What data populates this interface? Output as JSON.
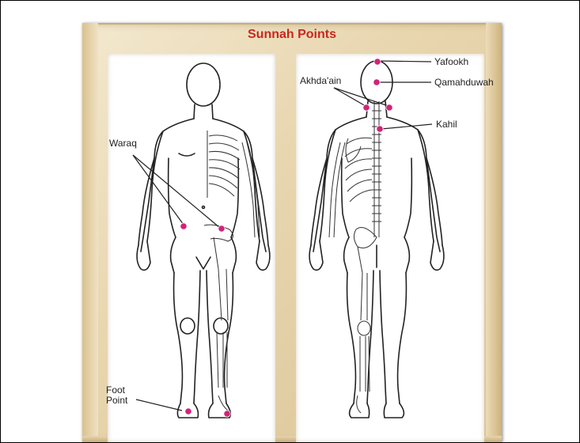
{
  "title": "Sunnah Points",
  "labels": {
    "waraq": "Waraq",
    "foot_point_line1": "Foot",
    "foot_point_line2": "Point",
    "yafookh": "Yafookh",
    "qamahduwah": "Qamahduwah",
    "akhdaain": "Akhda'ain",
    "kahil": "Kahil"
  },
  "colors": {
    "title": "#c8281e",
    "point": "#d0237a",
    "frame": "#e8d6af",
    "outline": "#222222"
  },
  "figures": [
    {
      "view": "front",
      "icon": "front-body-figure"
    },
    {
      "view": "back",
      "icon": "back-body-figure"
    }
  ]
}
